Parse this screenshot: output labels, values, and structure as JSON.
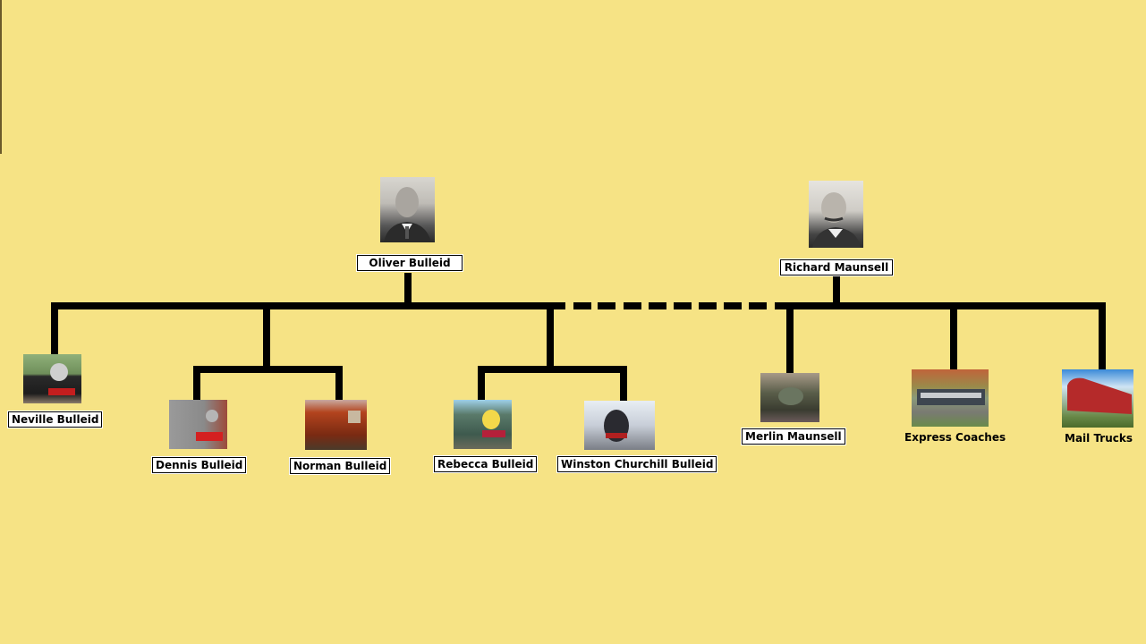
{
  "diagram": {
    "type": "family-tree",
    "background_color": "#f6e385",
    "line_color": "#000000",
    "parents": [
      {
        "name": "Oliver Bulleid",
        "icon": "portrait-photo"
      },
      {
        "name": "Richard Maunsell",
        "icon": "portrait-photo"
      }
    ],
    "relationship": "dashed-link",
    "children": [
      {
        "name": "Neville Bulleid",
        "parent": "Oliver Bulleid",
        "icon": "steam-engine-photo"
      },
      {
        "name": "Dennis Bulleid",
        "parent": "Oliver Bulleid",
        "icon": "diesel-engine-photo"
      },
      {
        "name": "Norman Bulleid",
        "parent": "Oliver Bulleid",
        "icon": "diesel-engine-photo"
      },
      {
        "name": "Rebecca Bulleid",
        "parent": "Oliver Bulleid",
        "icon": "diesel-engine-photo"
      },
      {
        "name": "Winston Churchill Bulleid",
        "parent": "Oliver Bulleid",
        "icon": "steam-engine-photo"
      },
      {
        "name": "Merlin Maunsell",
        "parent": "Richard Maunsell",
        "icon": "steam-engine-photo"
      },
      {
        "name": "Express Coaches",
        "parent": "Richard Maunsell",
        "icon": "coach-photo"
      },
      {
        "name": "Mail Trucks",
        "parent": "Richard Maunsell",
        "icon": "mail-van-photo"
      }
    ]
  }
}
